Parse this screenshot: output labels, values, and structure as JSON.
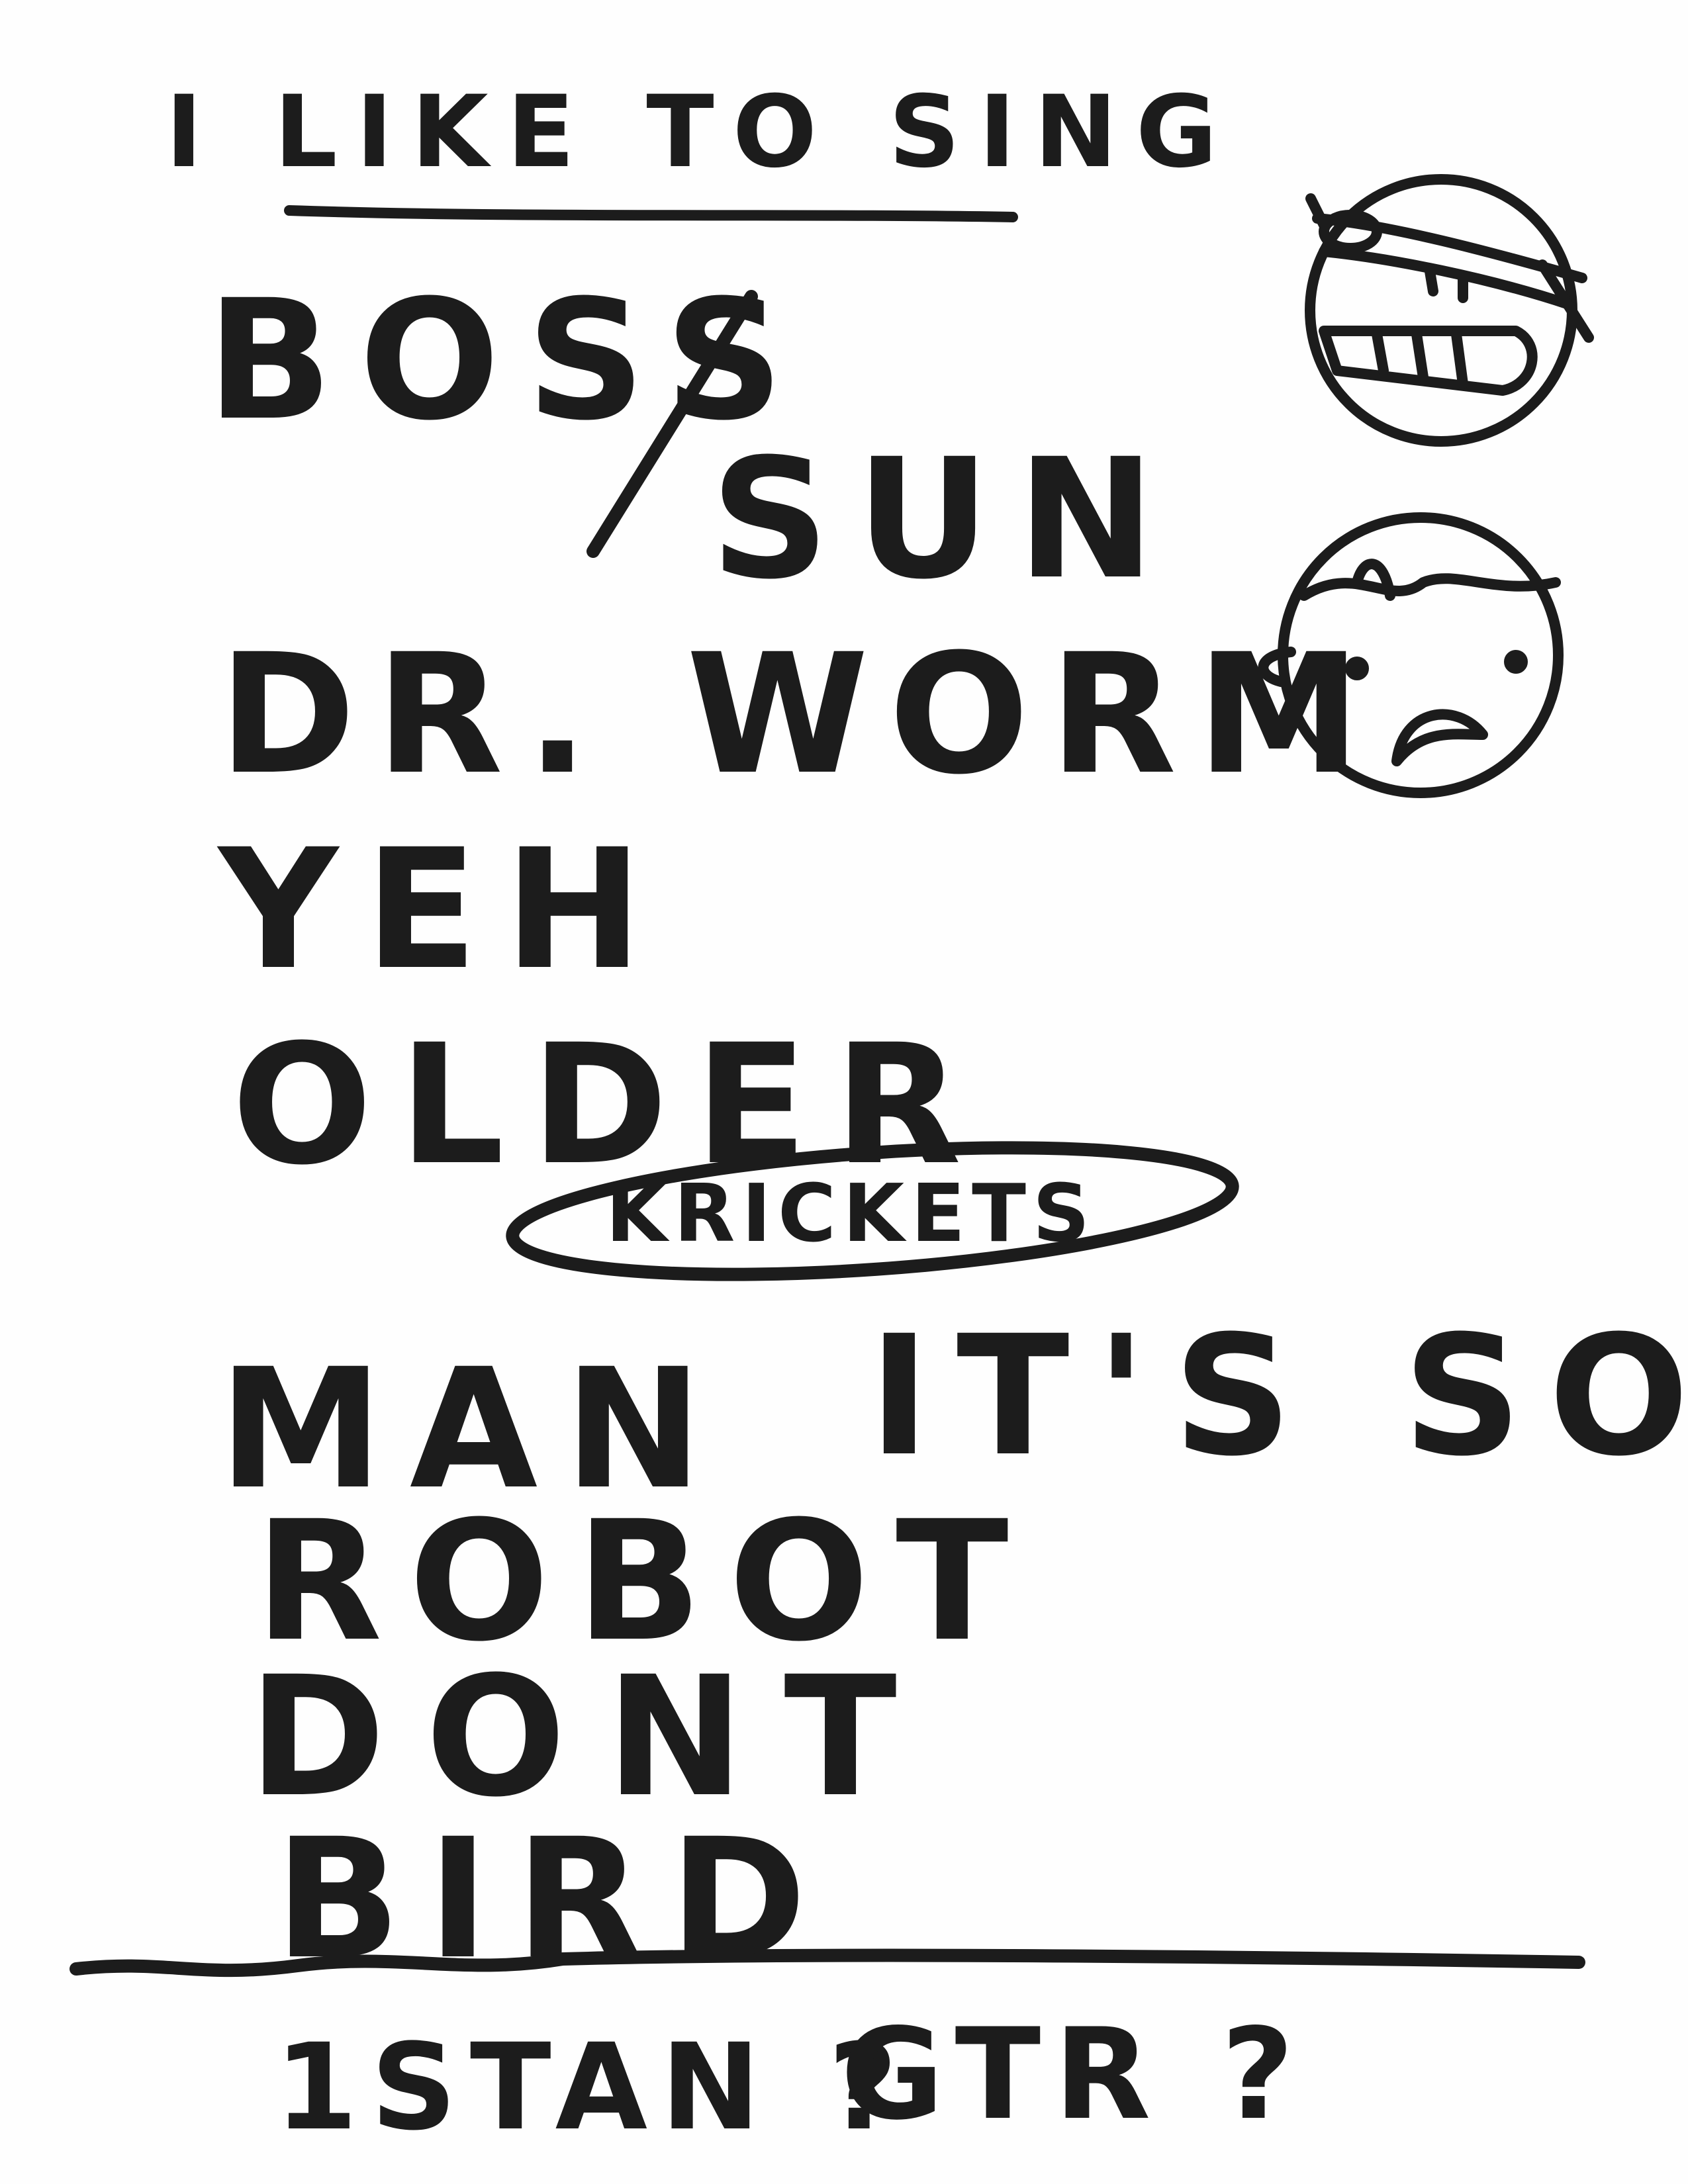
{
  "setlist": {
    "header": "I LIKE TO SING",
    "songs": [
      {
        "title": "BOSS"
      },
      {
        "title": "SUN"
      },
      {
        "title": "DR. WORM"
      },
      {
        "title": "YEH"
      },
      {
        "title": "OLDER"
      },
      {
        "title": "KRICKETS"
      },
      {
        "title": "MAN"
      },
      {
        "title": "IT'S SO"
      },
      {
        "title": "ROBOT"
      },
      {
        "title": "DONT"
      },
      {
        "title": "BIRD"
      }
    ],
    "footer": {
      "item1": "1STAN ?",
      "item2": "GTR ?"
    }
  },
  "ink_color": "#1c1c1c"
}
